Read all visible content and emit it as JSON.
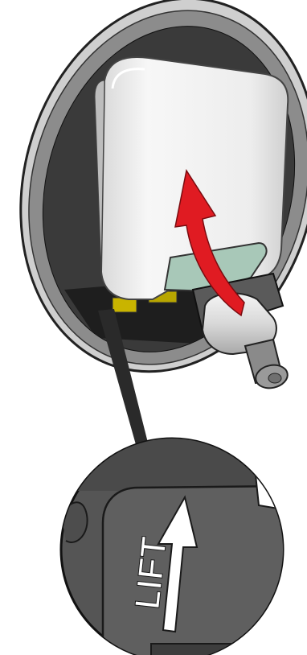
{
  "diagram": {
    "detail_label": "LIFT",
    "colors": {
      "housing_ring": "#8c8c8c",
      "housing_rim": "#cfcfcf",
      "cavity": "#2b2b2b",
      "cover": "#f2f2f2",
      "valve_plate": "#a8c8b8",
      "valve_body": "#e6e6e6",
      "rotation_arrow": "#e01b22",
      "detail_background": "#555555",
      "lift_arrow": "#ffffff"
    },
    "icons": {
      "rotation_arrow": "curved-arrow-up",
      "lift_arrow": "straight-arrow-up"
    }
  }
}
